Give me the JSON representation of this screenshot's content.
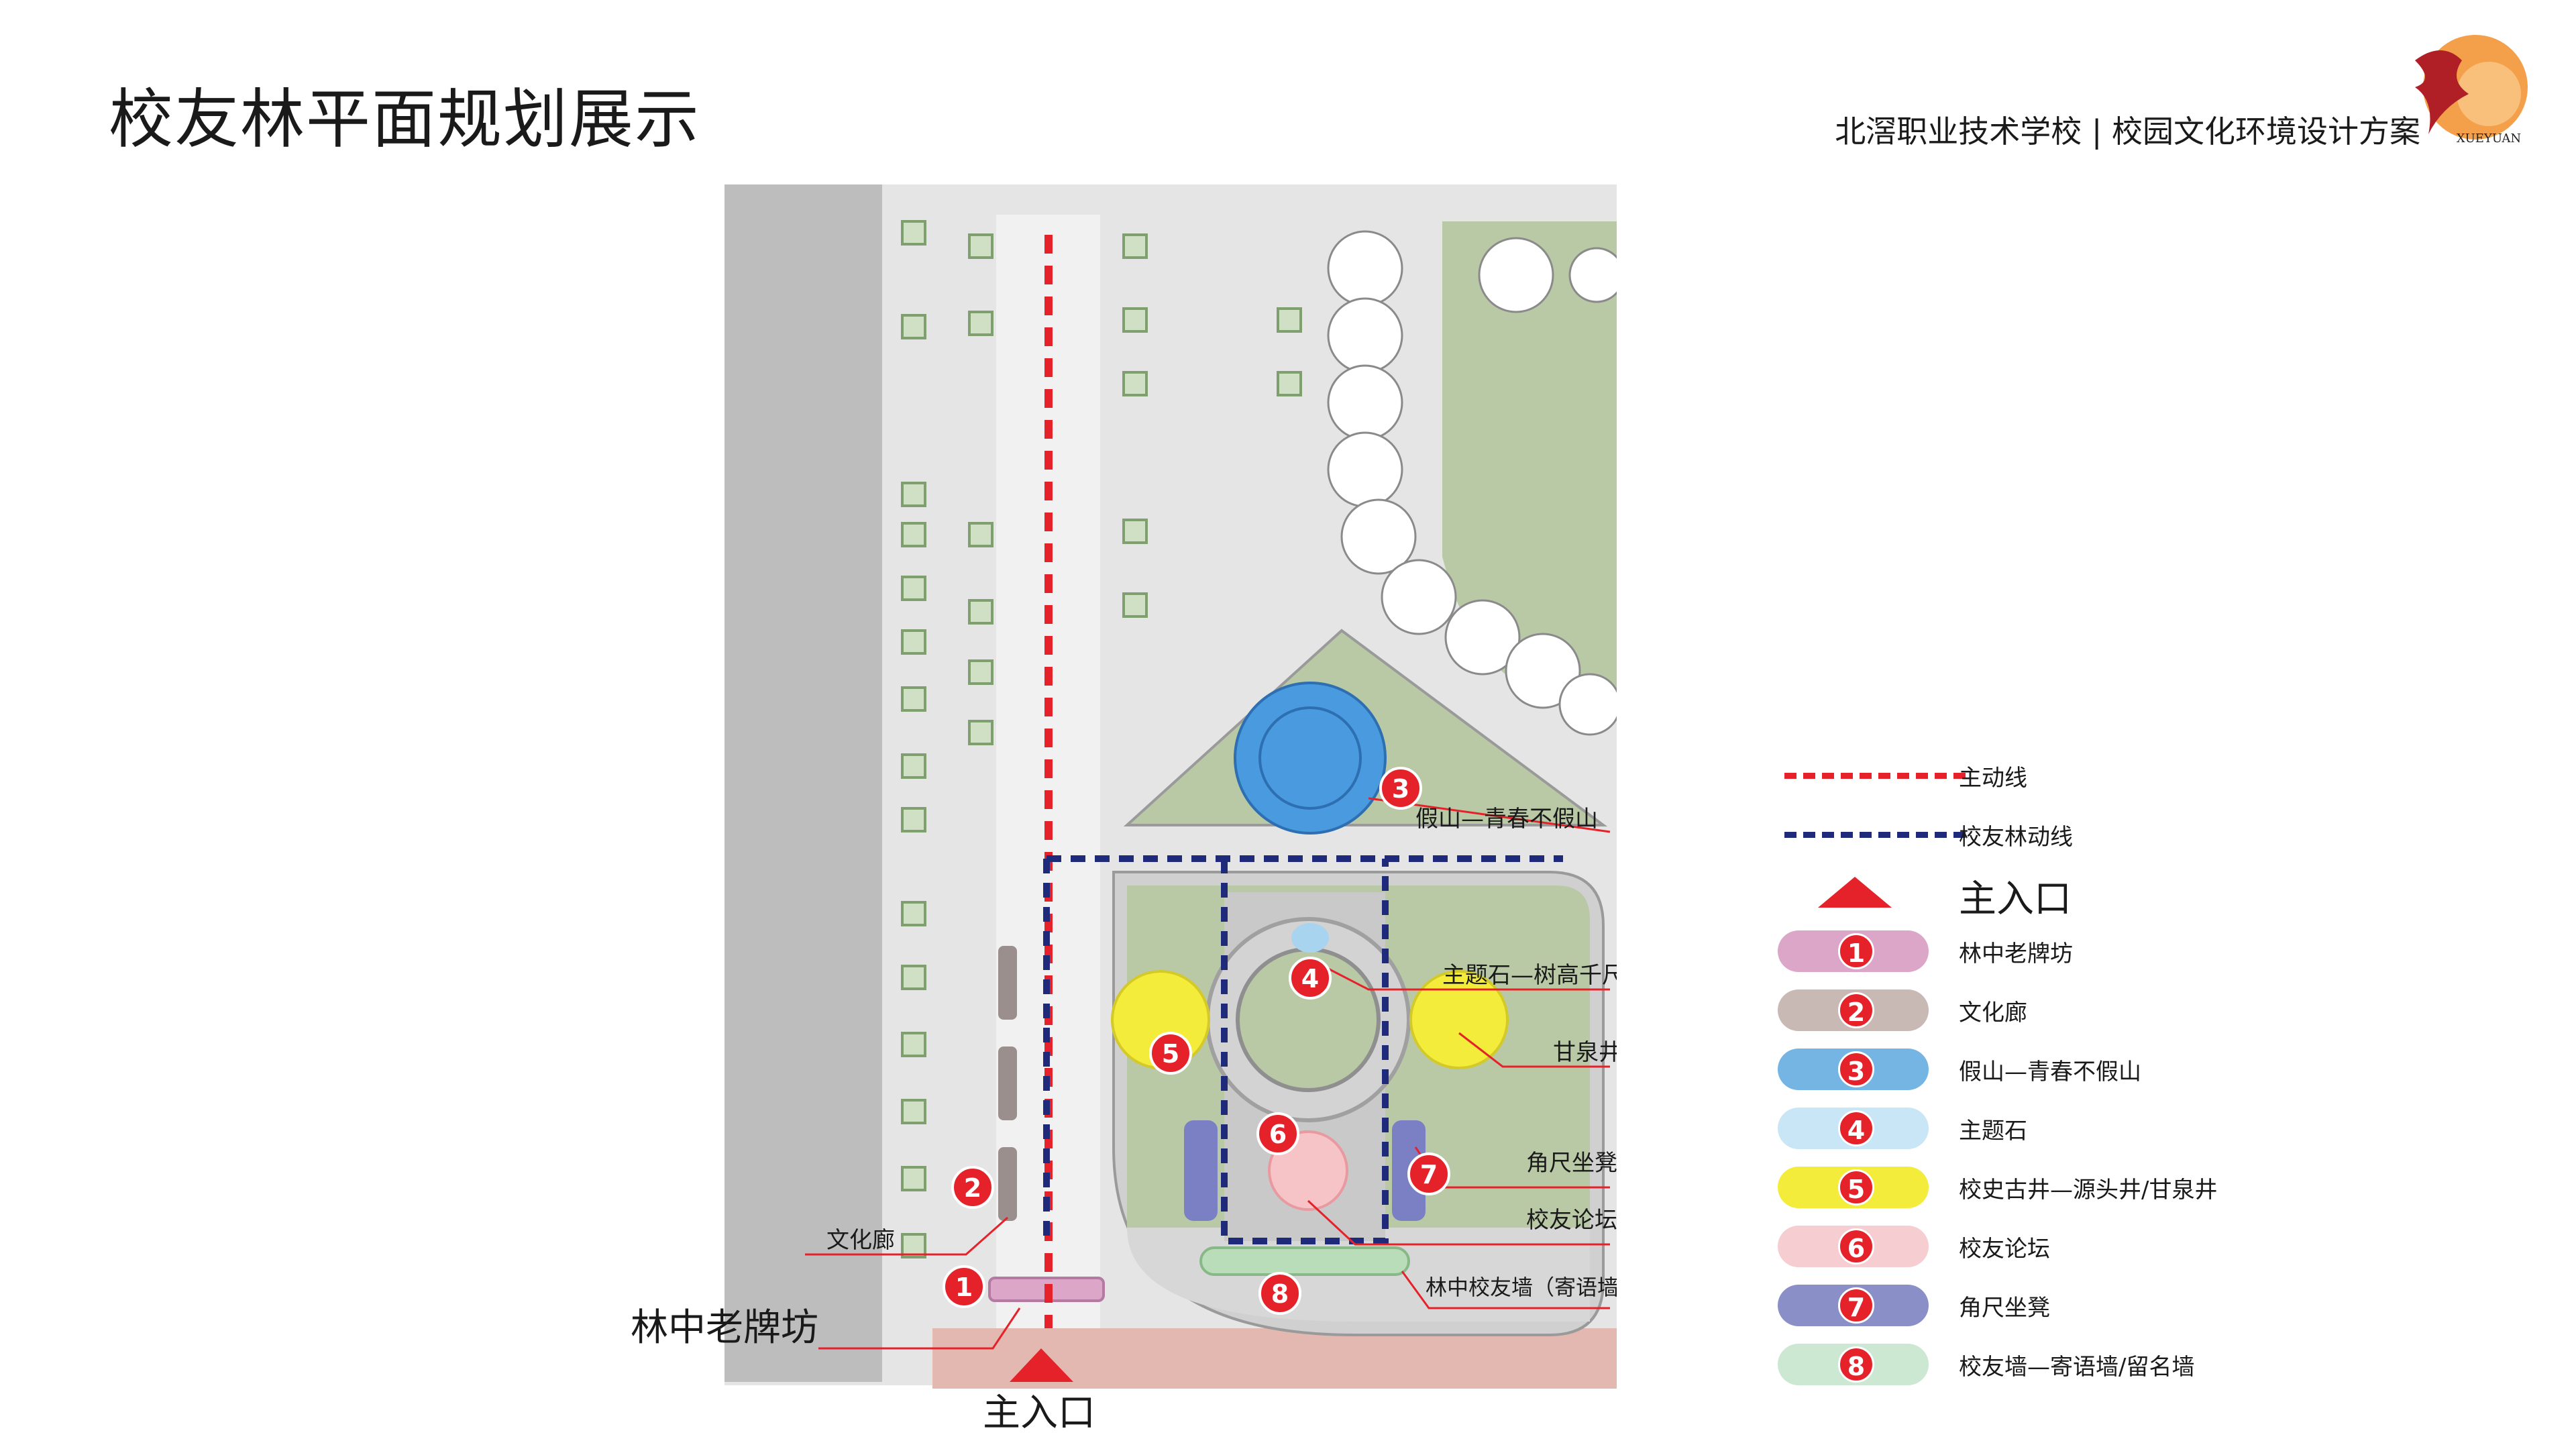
{
  "header": {
    "title": "校友林平面规划展示",
    "subtitle": "北滘职业技术学校 | 校园文化环境设计方案",
    "logo_text": "XUEYUAN"
  },
  "plan": {
    "labels": {
      "mountain": "假山—青春不假山",
      "theme_stone": "主题石—树高千尺不忘根",
      "spring_well": "甘泉井",
      "corner_bench": "角尺坐凳",
      "alumni_forum": "校友论坛",
      "alumni_wall": "林中校友墙（寄语墙/留名墙）",
      "culture_gallery": "文化廊",
      "archway": "林中老牌坊",
      "entrance": "主入口"
    },
    "markers": [
      "1",
      "2",
      "3",
      "4",
      "5",
      "6",
      "7",
      "8"
    ]
  },
  "legend": {
    "main_route": "主动线",
    "alumni_route": "校友林动线",
    "entrance": "主入口",
    "items": [
      {
        "num": "1",
        "label": "林中老牌坊",
        "color": "#dca6c8"
      },
      {
        "num": "2",
        "label": "文化廊",
        "color": "#c8b9b4"
      },
      {
        "num": "3",
        "label": "假山—青春不假山",
        "color": "#74b5e4"
      },
      {
        "num": "4",
        "label": "主题石",
        "color": "#c9e6f6"
      },
      {
        "num": "5",
        "label": "校史古井—源头井/甘泉井",
        "color": "#f3ec3a"
      },
      {
        "num": "6",
        "label": "校友论坛",
        "color": "#f6cdd0"
      },
      {
        "num": "7",
        "label": "角尺坐凳",
        "color": "#8b8fc8"
      },
      {
        "num": "8",
        "label": "校友墙—寄语墙/留名墙",
        "color": "#cce8d2"
      }
    ]
  },
  "colors": {
    "main_route": "#e5222a",
    "alumni_route": "#1f2a7a",
    "marker": "#e5222a",
    "lawn": "#b9c9a6",
    "paving": "#d6d6d6"
  }
}
